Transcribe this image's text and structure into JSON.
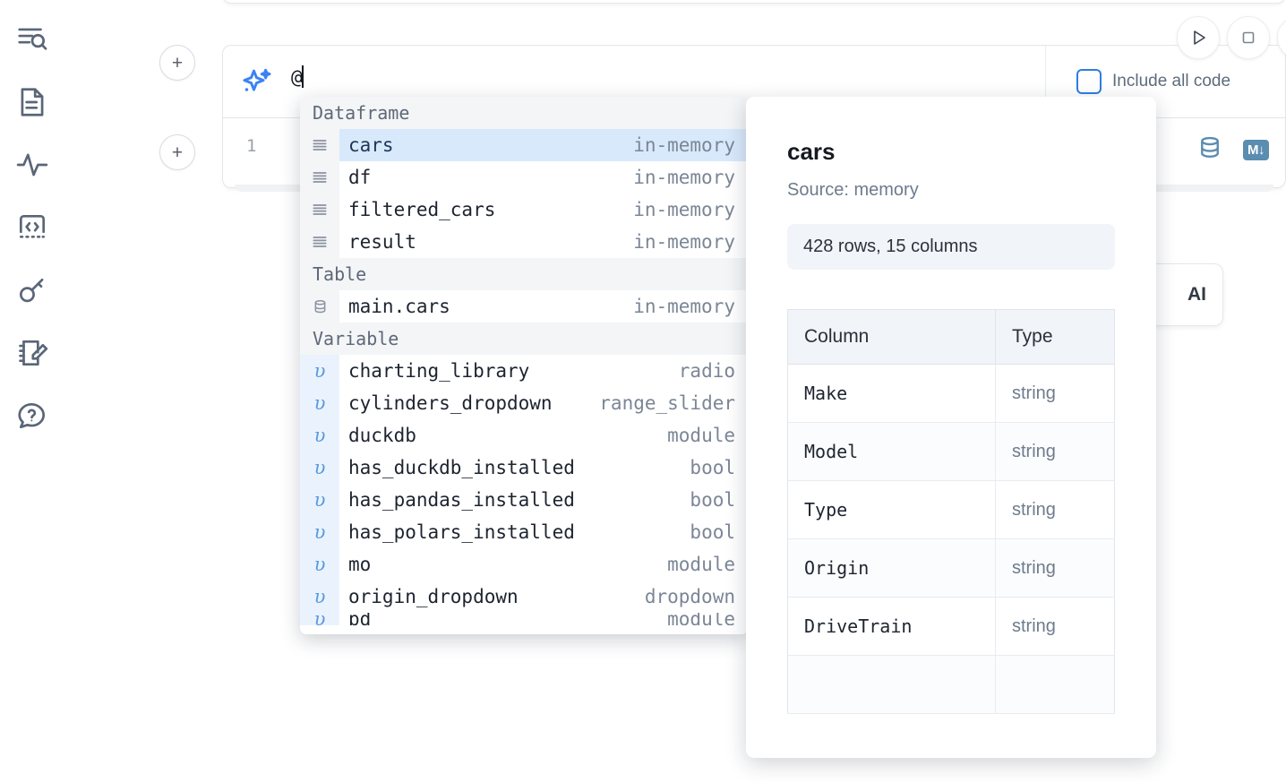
{
  "sidebar": {
    "items": [
      {
        "name": "explore-search-icon",
        "label": "Explore"
      },
      {
        "name": "document-icon",
        "label": "Notebook"
      },
      {
        "name": "activity-pulse-icon",
        "label": "Activity"
      },
      {
        "name": "code-snippet-icon",
        "label": "Snippets"
      },
      {
        "name": "key-icon",
        "label": "Secrets"
      },
      {
        "name": "scratchpad-edit-icon",
        "label": "Scratchpad"
      },
      {
        "name": "help-chat-icon",
        "label": "Help"
      }
    ]
  },
  "toolbar": {
    "add_label": "+",
    "run_label": "run-icon",
    "stop_label": "stop-icon"
  },
  "prompt": {
    "value": "@",
    "include_all_code_label": "Include all code",
    "include_all_code_checked": false,
    "sparkle_icon": "ai-sparkle-icon",
    "accent_color": "#2f7de1"
  },
  "code_cell": {
    "line_number": "1",
    "database_icon": "database-icon",
    "markdown_badge": "M↓"
  },
  "background_card": {
    "label": "AI"
  },
  "autocomplete": {
    "groups": [
      {
        "title": "Dataframe",
        "icon": "dataframe-rows-icon",
        "items": [
          {
            "name": "cars",
            "type": "in-memory",
            "selected": true
          },
          {
            "name": "df",
            "type": "in-memory",
            "selected": false
          },
          {
            "name": "filtered_cars",
            "type": "in-memory",
            "selected": false
          },
          {
            "name": "result",
            "type": "in-memory",
            "selected": false
          }
        ]
      },
      {
        "title": "Table",
        "icon": "database-table-icon",
        "items": [
          {
            "name": "main.cars",
            "type": "in-memory",
            "selected": false
          }
        ]
      },
      {
        "title": "Variable",
        "icon": "variable-icon",
        "items": [
          {
            "name": "charting_library",
            "type": "radio",
            "selected": false
          },
          {
            "name": "cylinders_dropdown",
            "type": "range_slider",
            "selected": false
          },
          {
            "name": "duckdb",
            "type": "module",
            "selected": false
          },
          {
            "name": "has_duckdb_installed",
            "type": "bool",
            "selected": false
          },
          {
            "name": "has_pandas_installed",
            "type": "bool",
            "selected": false
          },
          {
            "name": "has_polars_installed",
            "type": "bool",
            "selected": false
          },
          {
            "name": "mo",
            "type": "module",
            "selected": false
          },
          {
            "name": "origin_dropdown",
            "type": "dropdown",
            "selected": false
          }
        ]
      }
    ]
  },
  "detail": {
    "title": "cars",
    "source": "Source: memory",
    "shape": "428 rows, 15 columns",
    "table": {
      "headers": [
        "Column",
        "Type"
      ],
      "rows": [
        [
          "Make",
          "string"
        ],
        [
          "Model",
          "string"
        ],
        [
          "Type",
          "string"
        ],
        [
          "Origin",
          "string"
        ],
        [
          "DriveTrain",
          "string"
        ]
      ]
    }
  }
}
